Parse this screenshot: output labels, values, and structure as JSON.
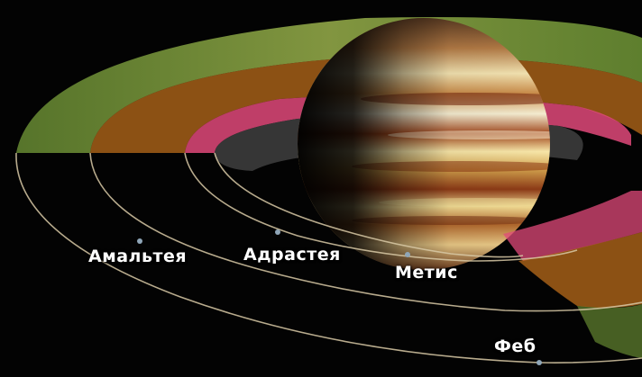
{
  "moons": [
    {
      "id": "amalthea",
      "label": "Амальтея"
    },
    {
      "id": "adrastea",
      "label": "Адрастея"
    },
    {
      "id": "metis",
      "label": "Метис"
    },
    {
      "id": "thebe",
      "label": "Феб"
    }
  ],
  "colors": {
    "background": "#030303",
    "outer_ring": "#9bd14b",
    "inner_ring": "#e0497a",
    "middle_ring": "#c8741c",
    "orbit_line": "#d8c9a6",
    "moon_dot": "#8fa6b8"
  }
}
